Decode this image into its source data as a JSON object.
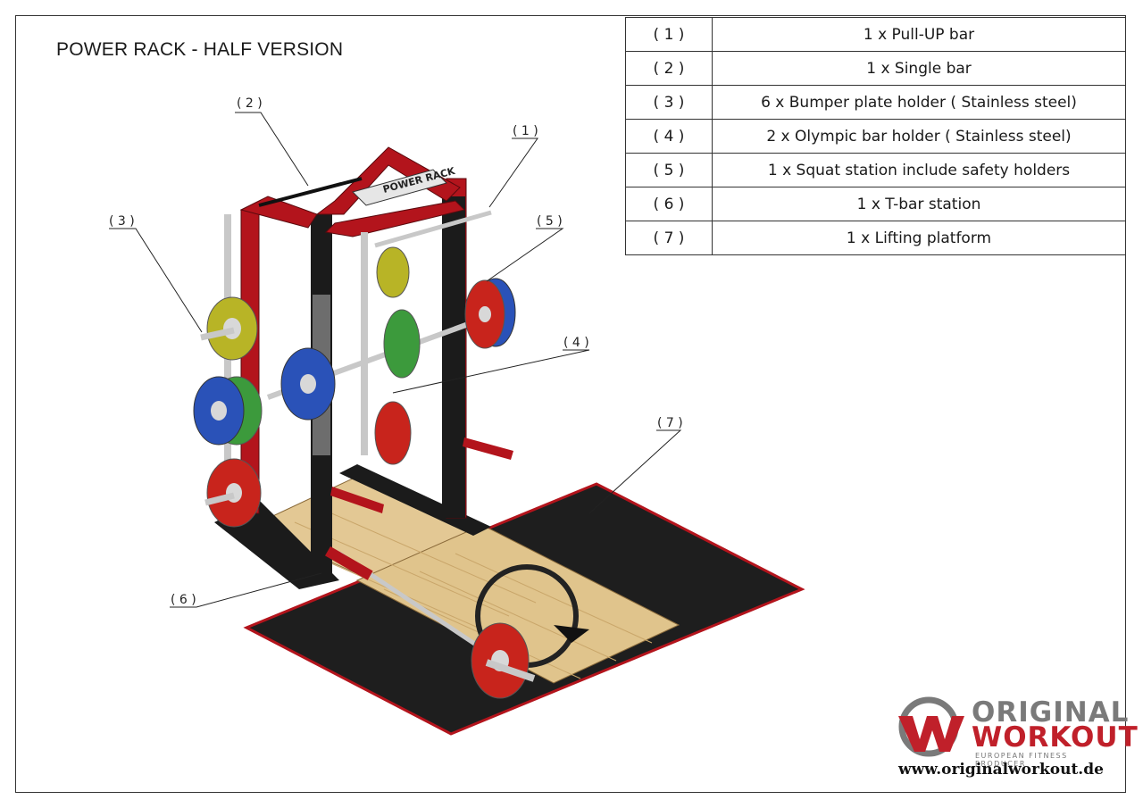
{
  "title": "POWER RACK - HALF VERSION",
  "parts": [
    {
      "num": "( 1 )",
      "desc": "1 x Pull-UP bar"
    },
    {
      "num": "( 2 )",
      "desc": "1 x Single bar"
    },
    {
      "num": "( 3 )",
      "desc": "6 x Bumper plate holder ( Stainless steel)"
    },
    {
      "num": "( 4 )",
      "desc": "2 x Olympic bar holder ( Stainless steel)"
    },
    {
      "num": "( 5 )",
      "desc": "1 x Squat station include safety holders"
    },
    {
      "num": "( 6 )",
      "desc": "1 x T-bar station"
    },
    {
      "num": "( 7 )",
      "desc": "1 x Lifting platform"
    }
  ],
  "callouts": {
    "c1": "( 1 )",
    "c2": "( 2 )",
    "c3": "( 3 )",
    "c4": "( 4 )",
    "c5": "( 5 )",
    "c6": "( 6 )",
    "c7": "( 7 )"
  },
  "rack_sign": "POWER RACK",
  "logo": {
    "line1": "ORIGINAL",
    "line2": "WORKOUT",
    "tagline": "EUROPEAN FITNESS PRODUCER",
    "url": "www.originalworkout.de"
  },
  "colors": {
    "frame_red": "#b3141c",
    "frame_black": "#1b1b1b",
    "plate_blue": "#2a52b8",
    "plate_green": "#3c9a3c",
    "plate_yellow": "#b8b426",
    "plate_red": "#c8241c",
    "wood": "#e3c894",
    "mat": "#1e1e1e"
  }
}
